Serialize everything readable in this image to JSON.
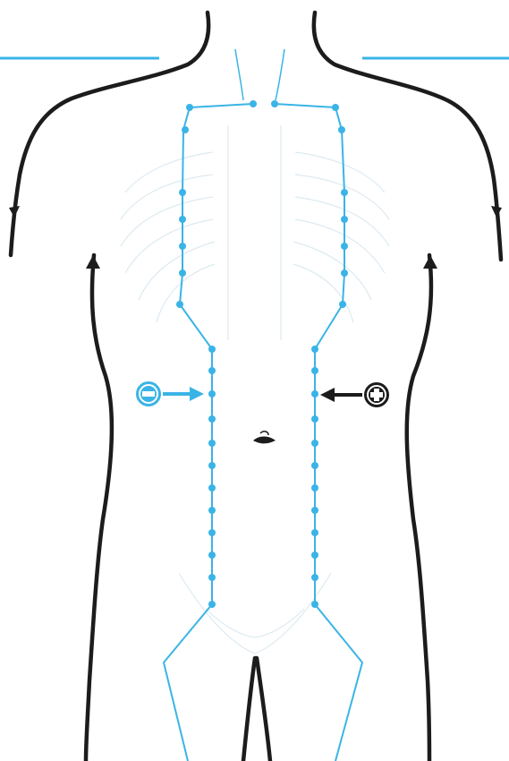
{
  "colors": {
    "background": "#ffffff",
    "outline": "#1c1c1c",
    "meridian": "#3ab4e6",
    "bone_sketch": "#dceaf1",
    "negative_marker": "#3ab4e6",
    "positive_marker": "#1c1c1c"
  },
  "markers": {
    "negative": {
      "icon": "minus-circle-icon",
      "polarity": "negative"
    },
    "positive": {
      "icon": "plus-circle-icon",
      "polarity": "positive"
    }
  },
  "points": {
    "left_upper_count": 8,
    "right_upper_count": 8,
    "left_lower_count": 12,
    "right_lower_count": 12
  }
}
